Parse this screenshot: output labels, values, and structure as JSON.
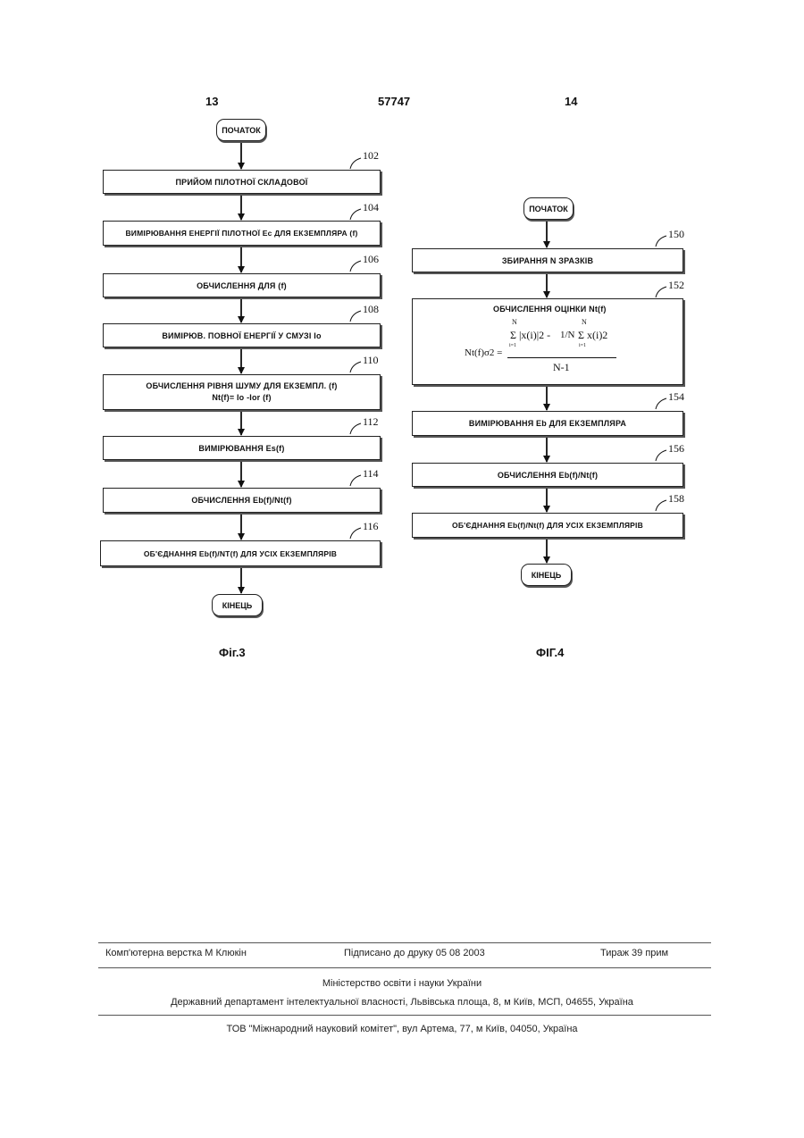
{
  "page_header": {
    "left": "13",
    "center": "57747",
    "right": "14"
  },
  "fig3": {
    "start": "ПОЧАТОК",
    "steps": [
      {
        "ref": "102",
        "line1": "ПРИЙОМ ПІЛОТНОЇ СКЛАДОВОЇ"
      },
      {
        "ref": "104",
        "line1": "ВИМІРЮВАННЯ ЕНЕРГІЇ ПІЛОТНОЇ Ес ДЛЯ ЕКЗЕМПЛЯРА (f)"
      },
      {
        "ref": "106",
        "line1": "ОБЧИСЛЕННЯ ДЛЯ (f)"
      },
      {
        "ref": "108",
        "line1": "ВИМІРЮВ. ПОВНОЇ ЕНЕРГІЇ У СМУЗІ Io"
      },
      {
        "ref": "110",
        "line1": "ОБЧИСЛЕННЯ РІВНЯ ШУМУ ДЛЯ ЕКЗЕМПЛ. (f)",
        "line2": "Nt(f)= Io -Ior (f)"
      },
      {
        "ref": "112",
        "line1": "ВИМІРЮВАННЯ Es(f)"
      },
      {
        "ref": "114",
        "line1": "ОБЧИСЛЕННЯ Eb(f)/Nt(f)"
      },
      {
        "ref": "116",
        "line1": "ОБ'ЄДНАННЯ Eb(f)/NT(f) ДЛЯ УСІХ ЕКЗЕМПЛЯРІВ"
      }
    ],
    "end": "КІНЕЦЬ",
    "caption": "Фіг.3"
  },
  "fig4": {
    "start": "ПОЧАТОК",
    "steps": [
      {
        "ref": "150",
        "line1": "ЗБИРАННЯ N ЗРАЗКІВ"
      },
      {
        "ref": "152",
        "line1": "ОБЧИСЛЕННЯ ОЦІНКИ Nt(f)"
      },
      {
        "ref": "154",
        "line1": "ВИМІРЮВАННЯ Eb ДЛЯ ЕКЗЕМПЛЯРА"
      },
      {
        "ref": "156",
        "line1": "ОБЧИСЛЕННЯ Eb(f)/Nt(f)"
      },
      {
        "ref": "158",
        "line1": "ОБ'ЄДНАННЯ Eb(f)/Nt(f) ДЛЯ УСІХ ЕКЗЕМПЛЯРІВ"
      }
    ],
    "formula": {
      "lhs": "Nt(f)σ2 =",
      "sum1_top": "N",
      "sum1_bottom": "i=1",
      "term1": "Σ |x(i)|2 -",
      "coef": "1/N",
      "sum2_top": "N",
      "sum2_bottom": "i=1",
      "term2": "Σ x(i)2",
      "denominator": "N-1"
    },
    "end": "КІНЕЦЬ",
    "caption": "ФІГ.4"
  },
  "footer": {
    "left": "Комп'ютерна верстка М  Клюкін",
    "center": "Підписано до друку 05 08 2003",
    "right": "Тираж 39 прим",
    "ministry": "Міністерство освіти і науки України",
    "department": "Державний департамент інтелектуальної власності, Львівська площа, 8, м  Київ, МСП, 04655, Україна",
    "company": "ТОВ \"Міжнародний науковий комітет\", вул  Артема, 77, м  Київ, 04050, Україна"
  }
}
